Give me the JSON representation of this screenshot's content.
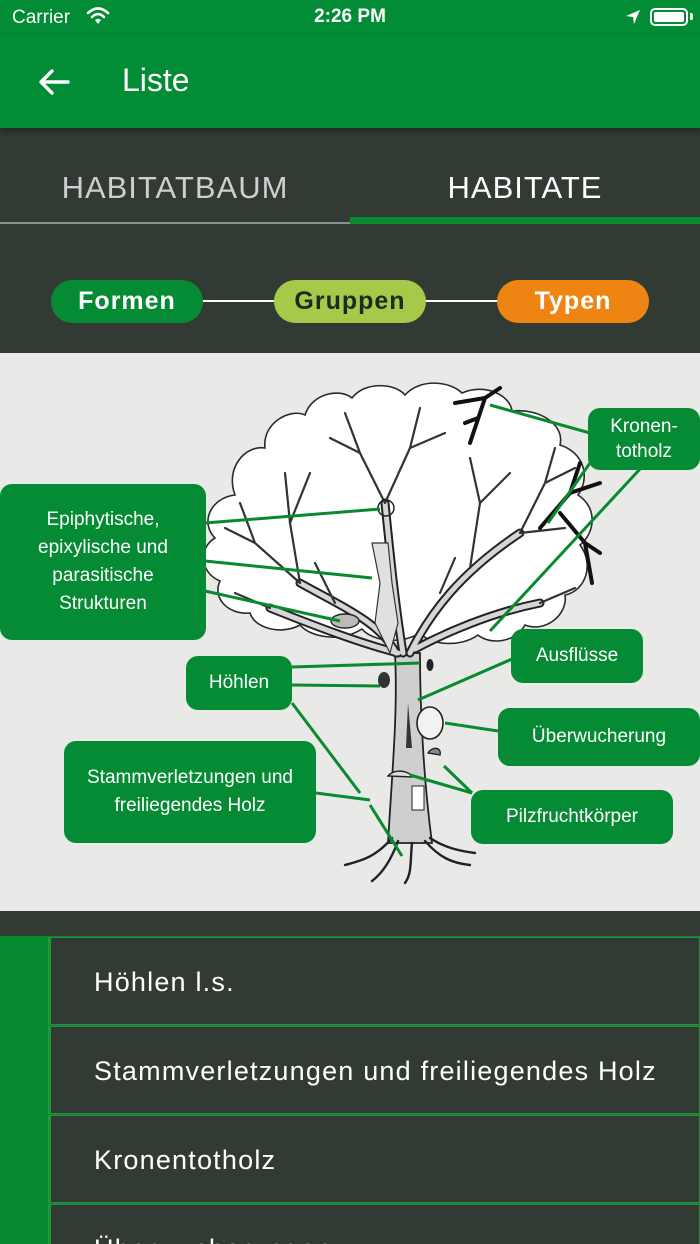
{
  "status_bar": {
    "carrier": "Carrier",
    "time": "2:26 PM"
  },
  "app_bar": {
    "title": "Liste"
  },
  "tabs": [
    {
      "label": "HABITATBAUM",
      "selected": false
    },
    {
      "label": "HABITATE",
      "selected": true
    }
  ],
  "filters": [
    {
      "label": "Formen",
      "color": "#058b34"
    },
    {
      "label": "Gruppen",
      "color": "#a7c94a"
    },
    {
      "label": "Typen",
      "color": "#ee8512"
    }
  ],
  "diagram": {
    "labels": {
      "kronentotholz": "Kronen-\ntotholz",
      "epiphytische": "Epiphytische,\nepixylische und\nparasitische\nStrukturen",
      "ausfluesse": "Ausflüsse",
      "hoehlen": "Höhlen",
      "ueberwucherung": "Überwucherung",
      "stammverletzungen": "Stammverletzungen und\nfreiliegendes Holz",
      "pilzfruchtkoerper": "Pilzfruchtkörper"
    }
  },
  "list": [
    {
      "label": "Höhlen l.s."
    },
    {
      "label": "Stammverletzungen und freiliegendes Holz"
    },
    {
      "label": "Kronentotholz"
    },
    {
      "label": "Überwucherungen"
    }
  ],
  "colors": {
    "primary": "#018c35",
    "background": "#323a34",
    "diagram_bg": "#e9eae8"
  }
}
